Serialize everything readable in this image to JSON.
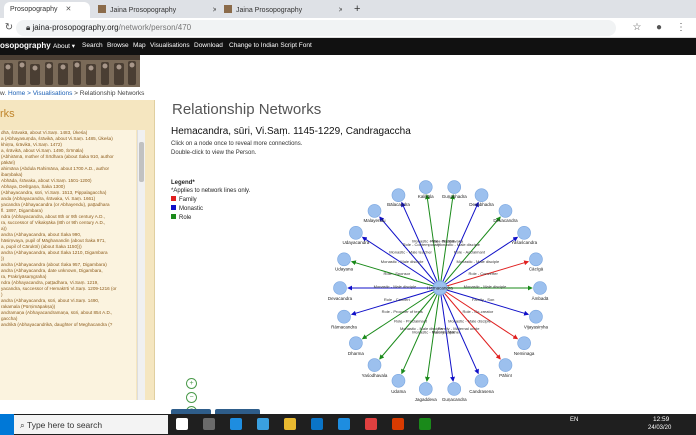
{
  "browser": {
    "tabs": [
      {
        "label": "Prosopography",
        "active": true
      },
      {
        "label": "Jaina Prosopography",
        "active": false
      },
      {
        "label": "Jaina Prosopography",
        "active": false
      }
    ],
    "new_tab": "+",
    "url_host": "jaina-prosopography.org",
    "url_path": "/network/person/470"
  },
  "site": {
    "brand": "osopography",
    "nav": [
      "About ▾",
      "Search",
      "Browse",
      "Map",
      "Visualisations",
      "Download",
      "Change to Indian Script Font"
    ]
  },
  "breadcrumb": {
    "home": "w",
    "sep1": ". Home > ",
    "vis": "Visualisations",
    "current": " > Relationship Networks"
  },
  "left_panel": {
    "title": "rks",
    "items": [
      "dhā, śrāvakā, about Vi.Saṃ. 1483, Ūkeśa)",
      "a (Abhayasuṃda, śrāvikā, about Vi.Saṃ. 1485, Ūkeśa)",
      "khiṇīa, śrāvikā, Vi.Saṃ. 1472)",
      "a, śrāvikā, about Vi.Saṃ. 1490, Śrīmāla)",
      "(Abhirāmā, mother of Śrīdhara (about Śaka 910, author",
      "pākāri)",
      "ahimāna (Abdula Rahimāna, about 1700 A.D., author",
      "ibaṃbaka)",
      "Abhāda, śrāvaka, about Vi.Saṃ. 1501-1200)",
      "Abhaya, Deśīgaṇa, Śaka 1300)",
      "(Abhayacandra, sūri, Vi.Saṃ. 1513, Pippalagaccha)",
      "anda (Abhayacandra, śrāvaka, Vi. Saṃ. 1661)",
      "yacandra (Abhayacandra (or Abhayendu), paṭṭadhara",
      "fl. 1897, Digambara)",
      "ndra (Abhayacandra, about 8th or 9th century A.D.,",
      "ra, successor of Vikakṣāka (8th or 9th century A.D.,",
      "a))",
      "andra (Abhayacandra, about Śaka 990,",
      "hāsiṃvaya, pupil of Māghanandin (about Śaka 971,",
      "a, pupil of Cāruktri) (about Śaka 1150)))",
      "andra (Abhayacandra, about Śaka 1210, Digambara",
      "))",
      "andra (Abhayacandra (about Śaka 957, Digambara)",
      "andra (Abhayacandra, date unknown, Digambara,",
      "ra, Prakriyāsaṃgraha)",
      "ndra (Abhayacandra, paṭṭadhara, Vi.Saṃ. 1219,",
      "yacandra, successor of Hemakīrti Vi.Saṃ. 1209-1216 (or",
      ")",
      "andra (Abhayacandra, sūri, about Vi.Saṃ. 1490,",
      "rakamala (Pūrṇimāpakṣa))",
      "andramaṇa (Abhayacandramaṇa, sūri, about 854 A.D.,",
      "gaccha)",
      "andrikā (Abhayacandrikā, daughter of Meghacandra (?"
    ]
  },
  "main": {
    "title": "Relationship Networks",
    "person": "Hemacandra, sūri, Vi.Saṃ. 1145-1229, Candragaccha",
    "hint1": "Click on a node once to reveal more connections.",
    "hint2": "Double-click to view the Person.",
    "legend": {
      "title": "Legend*",
      "note": "*Applies to network lines only.",
      "items": [
        {
          "label": "Family",
          "color": "#e02020"
        },
        {
          "label": "Monastic",
          "color": "#1010c8"
        },
        {
          "label": "Role",
          "color": "#1a8a1a"
        }
      ]
    },
    "zoom_controls": [
      "+",
      "−",
      "⊙"
    ]
  },
  "graph": {
    "center": {
      "label": "Hemacandra"
    },
    "nodes": [
      {
        "label": "Guṇabhadra",
        "type": "role"
      },
      {
        "label": "Devabhadra",
        "type": "monastic"
      },
      {
        "label": "Devacandra",
        "type": "role"
      },
      {
        "label": "Yaśaścandra",
        "type": "monastic"
      },
      {
        "label": "Cācīgā",
        "type": "family"
      },
      {
        "label": "Āmbadā",
        "type": "role"
      },
      {
        "label": "Vijayasiṃha",
        "type": "monastic"
      },
      {
        "label": "Neminaga",
        "type": "family"
      },
      {
        "label": "Pāhinī",
        "type": "family"
      },
      {
        "label": "Candrasena",
        "type": "monastic"
      },
      {
        "label": "Guṇacandra",
        "type": "monastic"
      },
      {
        "label": "Jagaddeva",
        "type": "role"
      },
      {
        "label": "Udaīna",
        "type": "role"
      },
      {
        "label": "Yaśodhavala",
        "type": "role"
      },
      {
        "label": "Dharma",
        "type": "role"
      },
      {
        "label": "Rāmacandra",
        "type": "monastic"
      },
      {
        "label": "Devacandra",
        "type": "monastic"
      },
      {
        "label": "Udayana",
        "type": "role"
      },
      {
        "label": "Udayacandra",
        "type": "monastic"
      },
      {
        "label": "Malayendu",
        "type": "monastic"
      },
      {
        "label": "Bālacandra",
        "type": "monastic"
      },
      {
        "label": "Kalikāla",
        "type": "role"
      }
    ],
    "edge_labels": [
      "Role - Prabhāvaka",
      "Monastic - Male disciple",
      "Role - Acclaimant",
      "Monastic - Male disciple",
      "Role - Converter",
      "Monastic - Male disciple",
      "Family - Son",
      "Role - Co-creator",
      "Monastic - Male disciple",
      "Family - Maternal uncle",
      "Family - Mother",
      "Monastic - Male disciple",
      "Monastic - Male disciple",
      "Role - Proclaimant",
      "Role - Procurer of texts",
      "Role - Convert",
      "Monastic - Male disciple",
      "Role - Sponsor",
      "Monastic - Male disciple",
      "Monastic - Male teacher",
      "Role - Contemporary",
      "Monastic - Male disciple"
    ]
  },
  "taskbar": {
    "search_placeholder": "Type here to search",
    "lang": "EN",
    "time": "12:59",
    "date": "24/03/20",
    "colors": [
      "#ffffff",
      "#6a6a6a",
      "#1e8de0",
      "#3aa0e0",
      "#e8b930",
      "#0a74c7",
      "#1e8de0",
      "#e04040",
      "#d83b01",
      "#1a8a1a"
    ]
  }
}
